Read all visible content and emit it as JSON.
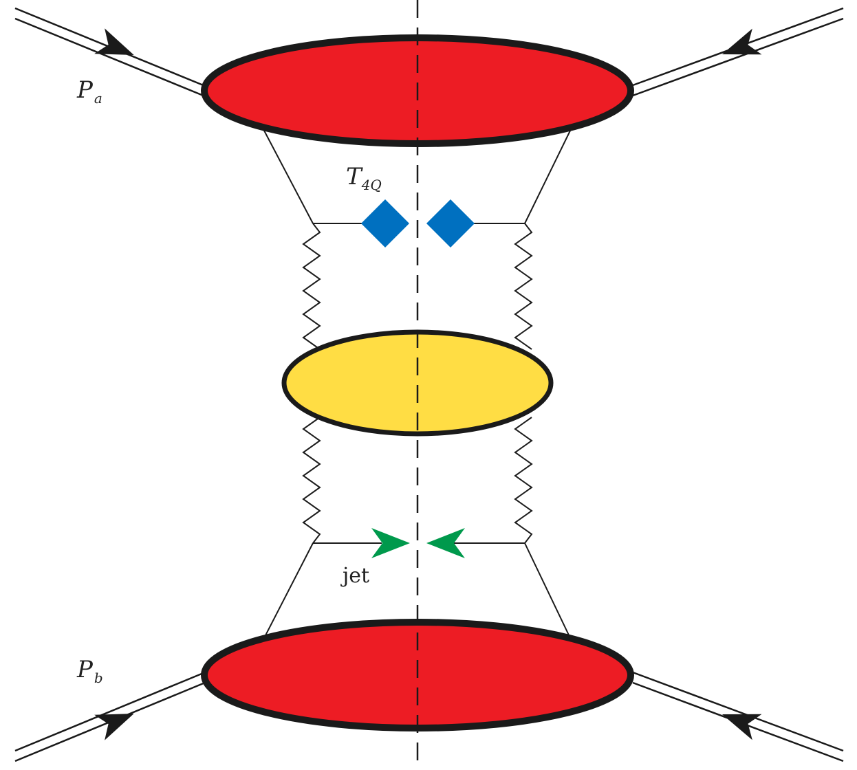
{
  "labels": {
    "pa_main": "P",
    "pa_sub": "a",
    "pb_main": "P",
    "pb_sub": "b",
    "t_main": "T",
    "t_sub": "4Q",
    "jet": "jet"
  },
  "colors": {
    "blob_red": "#ed1c24",
    "blob_yellow": "#ffdd44",
    "diamond_blue": "#0070c0",
    "arrow_green": "#00994c",
    "line": "#1a1a1a"
  },
  "icons": {
    "incoming_arrow": "double-line-arrowhead",
    "vertex_t4q": "blue-diamond",
    "vertex_jet": "green-arrowhead"
  }
}
